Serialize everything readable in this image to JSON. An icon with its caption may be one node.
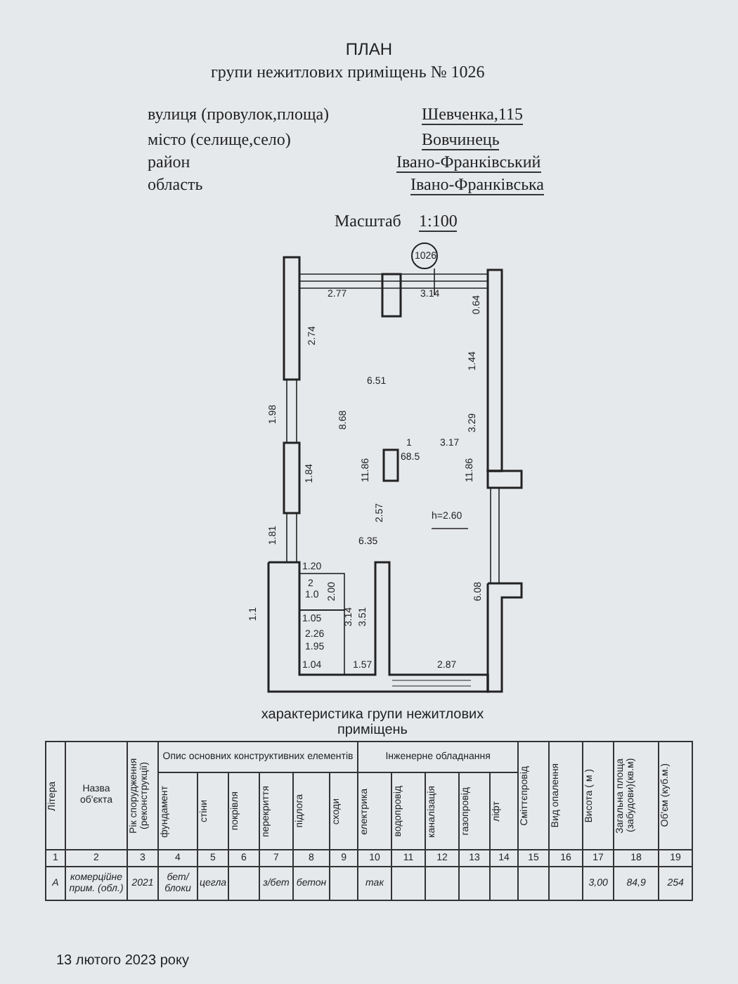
{
  "diagram": {
    "title": "ПЛАН",
    "labels": [
      "групи нежитлових приміщень № 1026",
      "вулиця (провулок,площа)",
      "Шевченка,115",
      "місто (селище,село)",
      "Вовчинець",
      "район",
      "Івано-Франківський",
      "область",
      "Івано-Франківська",
      "Масштаб",
      "1:100",
      "1026",
      "2.77",
      "3.14",
      "0.64",
      "2.74",
      "1.44",
      "6.51",
      "1.98",
      "8.68",
      "3.29",
      "1.84",
      "11.86",
      "1",
      "68.5",
      "3.17",
      "11.86",
      "h=2.60",
      "1.81",
      "2.57",
      "6.35",
      "1.20",
      "2",
      "1.0",
      "2.00",
      "1.05",
      "3.14",
      "3.51",
      "6.08",
      "1.1",
      "2.26",
      "1.95",
      "1.04",
      "1.57",
      "2.87",
      "характеристика групи нежитлових приміщень",
      "Літера",
      "Назва об'єкта",
      "Рік спорудження (реконструкції)",
      "Опис основних конструктивних елементів",
      "фундамент",
      "стіни",
      "покрівля",
      "перекриття",
      "підлога",
      "сходи",
      "Інженерне обладнання",
      "електрика",
      "водопровід",
      "каналізація",
      "газопровід",
      "ліфт",
      "Сміттєпровід",
      "Вид опалення",
      "Висота ( м )",
      "Загальна площа (забудови)(кв.м)",
      "Об'єм (куб.м.)",
      "1",
      "2",
      "3",
      "4",
      "5",
      "6",
      "7",
      "8",
      "9",
      "10",
      "11",
      "12",
      "13",
      "14",
      "15",
      "16",
      "17",
      "18",
      "19",
      "А",
      "комерційне прим. (обл.)",
      "2021",
      "бет/блоки",
      "цегла",
      "з/бет",
      "бетон",
      "так",
      "3,00",
      "84,9",
      "254",
      "13 лютого 2023 року"
    ]
  }
}
